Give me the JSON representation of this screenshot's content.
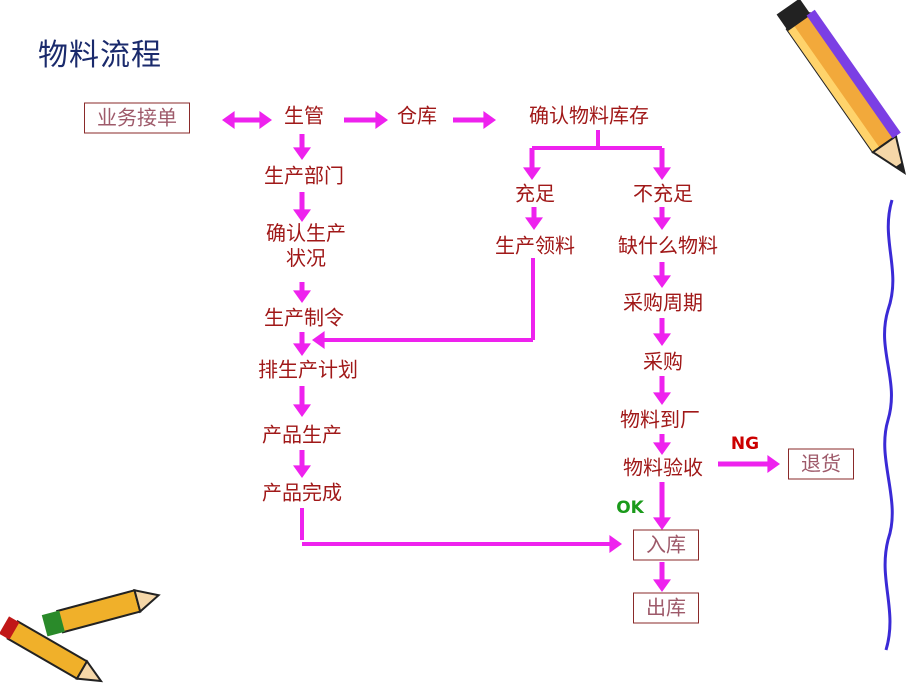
{
  "title": "物料流程",
  "nodes": {
    "order": "业务接单",
    "production_mgmt": "生管",
    "warehouse": "仓库",
    "confirm_stock": "确认物料库存",
    "sufficient": "充足",
    "insufficient": "不充足",
    "prod_picking": "生产领料",
    "missing_material": "缺什么物料",
    "purchase_cycle": "采购周期",
    "purchase": "采购",
    "material_arrival": "物料到厂",
    "material_inspect": "物料验收",
    "return_goods": "退货",
    "prod_dept": "生产部门",
    "confirm_prod_status": "确认生产\n状况",
    "prod_order": "生产制令",
    "schedule": "排生产计划",
    "product_prod": "产品生产",
    "product_done": "产品完成",
    "stock_in": "入库",
    "stock_out": "出库"
  },
  "tags": {
    "ng": "NG",
    "ok": "OK"
  },
  "colors": {
    "arrow": "#ee22ee",
    "node_text": "#a01818",
    "title": "#1a2a6c",
    "ng": "#cc0000",
    "ok": "#1a9a1a"
  }
}
